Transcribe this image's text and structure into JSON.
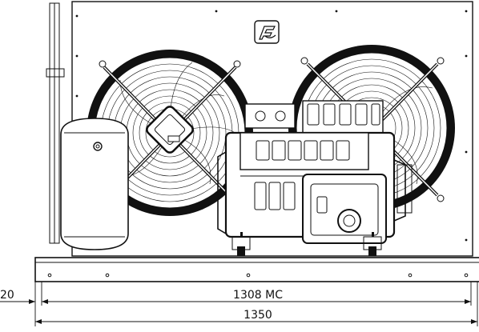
{
  "drawing": {
    "labels": {
      "left_partial": "20",
      "mc_width": "1308 MC",
      "total_width": "1350"
    },
    "icons": [
      "brand-logo-icon",
      "fan-guard-icon",
      "pressure-gauge-icon"
    ],
    "colors": {
      "line": "#111111",
      "background": "#ffffff"
    }
  }
}
